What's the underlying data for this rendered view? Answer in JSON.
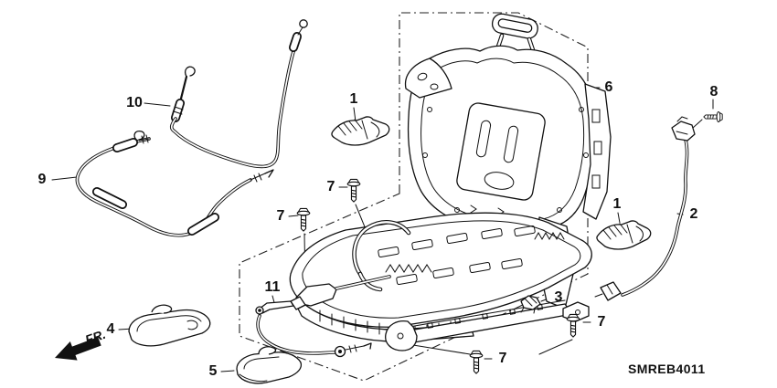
{
  "diagram": {
    "code": "SMREB4011",
    "orientation_label": "FR.",
    "callouts": [
      {
        "ref": "10"
      },
      {
        "ref": "9"
      },
      {
        "ref": "1"
      },
      {
        "ref": "7"
      },
      {
        "ref": "7"
      },
      {
        "ref": "6"
      },
      {
        "ref": "8"
      },
      {
        "ref": "1"
      },
      {
        "ref": "2"
      },
      {
        "ref": "3"
      },
      {
        "ref": "7"
      },
      {
        "ref": "7"
      },
      {
        "ref": "11"
      },
      {
        "ref": "4"
      },
      {
        "ref": "5"
      }
    ]
  }
}
